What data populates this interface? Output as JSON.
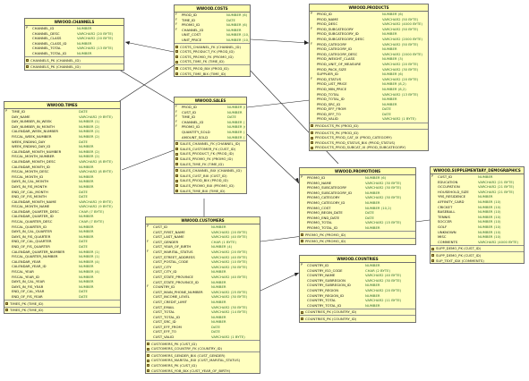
{
  "tables": [
    {
      "id": "channels",
      "title": "WWOOD.CHANNELS",
      "columns": [
        {
          "key": "P",
          "name": "CHANNEL_ID",
          "type": "NUMBER"
        },
        {
          "key": "",
          "name": "CHANNEL_DESC",
          "type": "VARCHAR2 (20 BYTE)"
        },
        {
          "key": "",
          "name": "CHANNEL_CLASS",
          "type": "VARCHAR2 (20 BYTE)"
        },
        {
          "key": "",
          "name": "CHANNEL_CLASS_ID",
          "type": "NUMBER"
        },
        {
          "key": "",
          "name": "CHANNEL_TOTAL",
          "type": "VARCHAR2 (13 BYTE)"
        },
        {
          "key": "",
          "name": "CHANNEL_TOTAL_ID",
          "type": "NUMBER"
        }
      ],
      "keys": [
        "CHANNELS_PK (CHANNEL_ID)"
      ],
      "indexes": [
        "CHANNELS_PK (CHANNEL_ID)"
      ]
    },
    {
      "id": "costs",
      "title": "WWOOD.COSTS",
      "columns": [
        {
          "key": "F",
          "name": "PROD_ID",
          "type": "NUMBER (6)"
        },
        {
          "key": "F",
          "name": "TIME_ID",
          "type": "DATE"
        },
        {
          "key": "F",
          "name": "PROMO_ID",
          "type": "NUMBER (6)"
        },
        {
          "key": "F",
          "name": "CHANNEL_ID",
          "type": "NUMBER"
        },
        {
          "key": "",
          "name": "UNIT_COST",
          "type": "NUMBER (10,2)"
        },
        {
          "key": "",
          "name": "UNIT_PRICE",
          "type": "NUMBER (10,2)"
        }
      ],
      "keys": [
        "COSTS_CHANNEL_FK (CHANNEL_ID)",
        "COSTS_PRODUCT_FK (PROD_ID)",
        "COSTS_PROMO_FK (PROMO_ID)",
        "COSTS_TIME_FK (TIME_ID)"
      ],
      "indexes": [
        "COSTS_PROD_BIX (PROD_ID)",
        "COSTS_TIME_BIX (TIME_ID)"
      ]
    },
    {
      "id": "products",
      "title": "WWOOD.PRODUCTS",
      "columns": [
        {
          "key": "P",
          "name": "PROD_ID",
          "type": "NUMBER (6)"
        },
        {
          "key": "",
          "name": "PROD_NAME",
          "type": "VARCHAR2 (50 BYTE)"
        },
        {
          "key": "",
          "name": "PROD_DESC",
          "type": "VARCHAR2 (4000 BYTE)"
        },
        {
          "key": "F",
          "name": "PROD_SUBCATEGORY",
          "type": "VARCHAR2 (50 BYTE)"
        },
        {
          "key": "",
          "name": "PROD_SUBCATEGORY_ID",
          "type": "NUMBER"
        },
        {
          "key": "",
          "name": "PROD_SUBCATEGORY_DESC",
          "type": "VARCHAR2 (2000 BYTE)"
        },
        {
          "key": "F",
          "name": "PROD_CATEGORY",
          "type": "VARCHAR2 (50 BYTE)"
        },
        {
          "key": "",
          "name": "PROD_CATEGORY_ID",
          "type": "NUMBER"
        },
        {
          "key": "",
          "name": "PROD_CATEGORY_DESC",
          "type": "VARCHAR2 (2000 BYTE)"
        },
        {
          "key": "",
          "name": "PROD_WEIGHT_CLASS",
          "type": "NUMBER (3)"
        },
        {
          "key": "",
          "name": "PROD_UNIT_OF_MEASURE",
          "type": "VARCHAR2 (20 BYTE)"
        },
        {
          "key": "",
          "name": "PROD_PACK_SIZE",
          "type": "VARCHAR2 (30 BYTE)"
        },
        {
          "key": "",
          "name": "SUPPLIER_ID",
          "type": "NUMBER (6)"
        },
        {
          "key": "F",
          "name": "PROD_STATUS",
          "type": "VARCHAR2 (20 BYTE)"
        },
        {
          "key": "",
          "name": "PROD_LIST_PRICE",
          "type": "NUMBER (8,2)"
        },
        {
          "key": "",
          "name": "PROD_MIN_PRICE",
          "type": "NUMBER (8,2)"
        },
        {
          "key": "",
          "name": "PROD_TOTAL",
          "type": "VARCHAR2 (13 BYTE)"
        },
        {
          "key": "",
          "name": "PROD_TOTAL_ID",
          "type": "NUMBER"
        },
        {
          "key": "",
          "name": "PROD_SRC_ID",
          "type": "NUMBER"
        },
        {
          "key": "",
          "name": "PROD_EFF_FROM",
          "type": "DATE"
        },
        {
          "key": "",
          "name": "PROD_EFF_TO",
          "type": "DATE"
        },
        {
          "key": "",
          "name": "PROD_VALID",
          "type": "VARCHAR2 (1 BYTE)"
        }
      ],
      "keys": [
        "PRODUCTS_PK (PROD_ID)"
      ],
      "indexes": [
        "PRODUCTS_PK (PROD_ID)",
        "PRODUCTS_PROD_CAT_IX (PROD_CATEGORY)",
        "PRODUCTS_PROD_STATUS_BIX (PROD_STATUS)",
        "PRODUCTS_PROD_SUBCAT_IX (PROD_SUBCATEGORY)"
      ]
    },
    {
      "id": "times",
      "title": "WWOOD.TIMES",
      "columns": [
        {
          "key": "P",
          "name": "TIME_ID",
          "type": "DATE"
        },
        {
          "key": "",
          "name": "DAY_NAME",
          "type": "VARCHAR2 (9 BYTE)"
        },
        {
          "key": "",
          "name": "DAY_NUMBER_IN_WEEK",
          "type": "NUMBER (1)"
        },
        {
          "key": "",
          "name": "DAY_NUMBER_IN_MONTH",
          "type": "NUMBER (2)"
        },
        {
          "key": "",
          "name": "CALENDAR_WEEK_NUMBER",
          "type": "NUMBER (2)"
        },
        {
          "key": "",
          "name": "FISCAL_WEEK_NUMBER",
          "type": "NUMBER (2)"
        },
        {
          "key": "",
          "name": "WEEK_ENDING_DAY",
          "type": "DATE"
        },
        {
          "key": "",
          "name": "WEEK_ENDING_DAY_ID",
          "type": "NUMBER"
        },
        {
          "key": "",
          "name": "CALENDAR_MONTH_NUMBER",
          "type": "NUMBER (2)"
        },
        {
          "key": "",
          "name": "FISCAL_MONTH_NUMBER",
          "type": "NUMBER (2)"
        },
        {
          "key": "",
          "name": "CALENDAR_MONTH_DESC",
          "type": "VARCHAR2 (8 BYTE)"
        },
        {
          "key": "",
          "name": "CALENDAR_MONTH_ID",
          "type": "NUMBER"
        },
        {
          "key": "",
          "name": "FISCAL_MONTH_DESC",
          "type": "VARCHAR2 (8 BYTE)"
        },
        {
          "key": "",
          "name": "FISCAL_MONTH_ID",
          "type": "NUMBER"
        },
        {
          "key": "",
          "name": "DAYS_IN_CAL_MONTH",
          "type": "NUMBER"
        },
        {
          "key": "",
          "name": "DAYS_IN_FIS_MONTH",
          "type": "NUMBER"
        },
        {
          "key": "",
          "name": "END_OF_CAL_MONTH",
          "type": "DATE"
        },
        {
          "key": "",
          "name": "END_OF_FIS_MONTH",
          "type": "DATE"
        },
        {
          "key": "",
          "name": "CALENDAR_MONTH_NAME",
          "type": "VARCHAR2 (9 BYTE)"
        },
        {
          "key": "",
          "name": "FISCAL_MONTH_NAME",
          "type": "VARCHAR2 (9 BYTE)"
        },
        {
          "key": "",
          "name": "CALENDAR_QUARTER_DESC",
          "type": "CHAR (7 BYTE)"
        },
        {
          "key": "",
          "name": "CALENDAR_QUARTER_ID",
          "type": "NUMBER"
        },
        {
          "key": "",
          "name": "FISCAL_QUARTER_DESC",
          "type": "CHAR (7 BYTE)"
        },
        {
          "key": "",
          "name": "FISCAL_QUARTER_ID",
          "type": "NUMBER"
        },
        {
          "key": "",
          "name": "DAYS_IN_CAL_QUARTER",
          "type": "NUMBER"
        },
        {
          "key": "",
          "name": "DAYS_IN_FIS_QUARTER",
          "type": "NUMBER"
        },
        {
          "key": "",
          "name": "END_OF_CAL_QUARTER",
          "type": "DATE"
        },
        {
          "key": "",
          "name": "END_OF_FIS_QUARTER",
          "type": "DATE"
        },
        {
          "key": "",
          "name": "CALENDAR_QUARTER_NUMBER",
          "type": "NUMBER (1)"
        },
        {
          "key": "",
          "name": "FISCAL_QUARTER_NUMBER",
          "type": "NUMBER (1)"
        },
        {
          "key": "",
          "name": "CALENDAR_YEAR",
          "type": "NUMBER (4)"
        },
        {
          "key": "",
          "name": "CALENDAR_YEAR_ID",
          "type": "NUMBER"
        },
        {
          "key": "",
          "name": "FISCAL_YEAR",
          "type": "NUMBER (4)"
        },
        {
          "key": "",
          "name": "FISCAL_YEAR_ID",
          "type": "NUMBER"
        },
        {
          "key": "",
          "name": "DAYS_IN_CAL_YEAR",
          "type": "NUMBER"
        },
        {
          "key": "",
          "name": "DAYS_IN_FIS_YEAR",
          "type": "NUMBER"
        },
        {
          "key": "",
          "name": "END_OF_CAL_YEAR",
          "type": "DATE"
        },
        {
          "key": "",
          "name": "END_OF_FIS_YEAR",
          "type": "DATE"
        }
      ],
      "keys": [
        "TIMES_PK (TIME_ID)"
      ],
      "indexes": [
        "TIMES_PK (TIME_ID)"
      ]
    },
    {
      "id": "sales",
      "title": "WWOOD.SALES",
      "columns": [
        {
          "key": "F",
          "name": "PROD_ID",
          "type": "NUMBER (6)"
        },
        {
          "key": "F",
          "name": "CUST_ID",
          "type": "NUMBER"
        },
        {
          "key": "F",
          "name": "TIME_ID",
          "type": "DATE"
        },
        {
          "key": "F",
          "name": "CHANNEL_ID",
          "type": "NUMBER (1)"
        },
        {
          "key": "F",
          "name": "PROMO_ID",
          "type": "NUMBER (6)"
        },
        {
          "key": "",
          "name": "QUANTITY_SOLD",
          "type": "NUMBER (3)"
        },
        {
          "key": "",
          "name": "AMOUNT_SOLD",
          "type": "NUMBER (10,2)"
        }
      ],
      "keys": [
        "SALES_CHANNEL_FK (CHANNEL_ID)",
        "SALES_CUSTOMER_FK (CUST_ID)",
        "SALES_PRODUCT_FK (PROD_ID)",
        "SALES_PROMO_FK (PROMO_ID)",
        "SALES_TIME_FK (TIME_ID)"
      ],
      "indexes": [
        "SALES_CHANNEL_BIX (CHANNEL_ID)",
        "SALES_CUST_BIX (CUST_ID)",
        "SALES_PROD_BIX (PROD_ID)",
        "SALES_PROMO_BIX (PROMO_ID)",
        "SALES_TIME_BIX (TIME_ID)"
      ]
    },
    {
      "id": "promotions",
      "title": "WWOOD.PROMOTIONS",
      "columns": [
        {
          "key": "P",
          "name": "PROMO_ID",
          "type": "NUMBER (6)"
        },
        {
          "key": "",
          "name": "PROMO_NAME",
          "type": "VARCHAR2 (30 BYTE)"
        },
        {
          "key": "",
          "name": "PROMO_SUBCATEGORY",
          "type": "VARCHAR2 (30 BYTE)"
        },
        {
          "key": "",
          "name": "PROMO_SUBCATEGORY_ID",
          "type": "NUMBER"
        },
        {
          "key": "",
          "name": "PROMO_CATEGORY",
          "type": "VARCHAR2 (30 BYTE)"
        },
        {
          "key": "",
          "name": "PROMO_CATEGORY_ID",
          "type": "NUMBER"
        },
        {
          "key": "",
          "name": "PROMO_COST",
          "type": "NUMBER (10,2)"
        },
        {
          "key": "",
          "name": "PROMO_BEGIN_DATE",
          "type": "DATE"
        },
        {
          "key": "",
          "name": "PROMO_END_DATE",
          "type": "DATE"
        },
        {
          "key": "",
          "name": "PROMO_TOTAL",
          "type": "VARCHAR2 (15 BYTE)"
        },
        {
          "key": "",
          "name": "PROMO_TOTAL_ID",
          "type": "NUMBER"
        }
      ],
      "keys": [
        "PROMO_PK (PROMO_ID)"
      ],
      "indexes": [
        "PROMO_PK (PROMO_ID)"
      ]
    },
    {
      "id": "supp",
      "title": "WWOOD.SUPPLEMENTARY_DEMOGRAPHICS",
      "columns": [
        {
          "key": "P",
          "name": "CUST_ID",
          "type": "NUMBER"
        },
        {
          "key": "",
          "name": "EDUCATION",
          "type": "VARCHAR2 (21 BYTE)"
        },
        {
          "key": "",
          "name": "OCCUPATION",
          "type": "VARCHAR2 (21 BYTE)"
        },
        {
          "key": "",
          "name": "HOUSEHOLD_SIZE",
          "type": "VARCHAR2 (21 BYTE)"
        },
        {
          "key": "",
          "name": "YRS_RESIDENCE",
          "type": "NUMBER"
        },
        {
          "key": "",
          "name": "AFFINITY_CARD",
          "type": "NUMBER (10)"
        },
        {
          "key": "",
          "name": "CRICKET",
          "type": "NUMBER (10)"
        },
        {
          "key": "",
          "name": "BASEBALL",
          "type": "NUMBER (10)"
        },
        {
          "key": "",
          "name": "TENNIS",
          "type": "NUMBER (10)"
        },
        {
          "key": "",
          "name": "SOCCER",
          "type": "NUMBER (10)"
        },
        {
          "key": "",
          "name": "GOLF",
          "type": "NUMBER (10)"
        },
        {
          "key": "",
          "name": "UNKNOWN",
          "type": "NUMBER (10)"
        },
        {
          "key": "",
          "name": "MISC",
          "type": "NUMBER (10)"
        },
        {
          "key": "",
          "name": "COMMENTS",
          "type": "VARCHAR2 (4000 BYTE)"
        }
      ],
      "keys": [
        "SUPP_DEMO_PK (CUST_ID)"
      ],
      "indexes": [
        "SUPP_DEMO_PK (CUST_ID)",
        "SUP_TEXT_IDX (COMMENTS)"
      ]
    },
    {
      "id": "customers",
      "title": "WWOOD.CUSTOMERS",
      "columns": [
        {
          "key": "P",
          "name": "CUST_ID",
          "type": "NUMBER"
        },
        {
          "key": "",
          "name": "CUST_FIRST_NAME",
          "type": "VARCHAR2 (20 BYTE)"
        },
        {
          "key": "",
          "name": "CUST_LAST_NAME",
          "type": "VARCHAR2 (40 BYTE)"
        },
        {
          "key": "F",
          "name": "CUST_GENDER",
          "type": "CHAR (1 BYTE)"
        },
        {
          "key": "",
          "name": "CUST_YEAR_OF_BIRTH",
          "type": "NUMBER (4)"
        },
        {
          "key": "F",
          "name": "CUST_MARITAL_STATUS",
          "type": "VARCHAR2 (20 BYTE)"
        },
        {
          "key": "",
          "name": "CUST_STREET_ADDRESS",
          "type": "VARCHAR2 (40 BYTE)"
        },
        {
          "key": "",
          "name": "CUST_POSTAL_CODE",
          "type": "VARCHAR2 (10 BYTE)"
        },
        {
          "key": "",
          "name": "CUST_CITY",
          "type": "VARCHAR2 (30 BYTE)"
        },
        {
          "key": "",
          "name": "CUST_CITY_ID",
          "type": "NUMBER"
        },
        {
          "key": "",
          "name": "CUST_STATE_PROVINCE",
          "type": "VARCHAR2 (40 BYTE)"
        },
        {
          "key": "",
          "name": "CUST_STATE_PROVINCE_ID",
          "type": "NUMBER"
        },
        {
          "key": "F",
          "name": "COUNTRY_ID",
          "type": "NUMBER"
        },
        {
          "key": "",
          "name": "CUST_MAIN_PHONE_NUMBER",
          "type": "VARCHAR2 (25 BYTE)"
        },
        {
          "key": "",
          "name": "CUST_INCOME_LEVEL",
          "type": "VARCHAR2 (30 BYTE)"
        },
        {
          "key": "",
          "name": "CUST_CREDIT_LIMIT",
          "type": "NUMBER"
        },
        {
          "key": "",
          "name": "CUST_EMAIL",
          "type": "VARCHAR2 (30 BYTE)"
        },
        {
          "key": "",
          "name": "CUST_TOTAL",
          "type": "VARCHAR2 (14 BYTE)"
        },
        {
          "key": "",
          "name": "CUST_TOTAL_ID",
          "type": "NUMBER"
        },
        {
          "key": "",
          "name": "CUST_SRC_ID",
          "type": "NUMBER"
        },
        {
          "key": "",
          "name": "CUST_EFF_FROM",
          "type": "DATE"
        },
        {
          "key": "",
          "name": "CUST_EFF_TO",
          "type": "DATE"
        },
        {
          "key": "",
          "name": "CUST_VALID",
          "type": "VARCHAR2 (1 BYTE)"
        }
      ],
      "keys": [
        "CUSTOMERS_PK (CUST_ID)",
        "CUSTOMERS_COUNTRY_FK (COUNTRY_ID)"
      ],
      "indexes": [
        "CUSTOMERS_GENDER_BIX (CUST_GENDER)",
        "CUSTOMERS_MARITAL_BIX (CUST_MARITAL_STATUS)",
        "CUSTOMERS_PK (CUST_ID)",
        "CUSTOMERS_YOB_BIX (CUST_YEAR_OF_BIRTH)"
      ]
    },
    {
      "id": "countries",
      "title": "WWOOD.COUNTRIES",
      "columns": [
        {
          "key": "P",
          "name": "COUNTRY_ID",
          "type": "NUMBER"
        },
        {
          "key": "",
          "name": "COUNTRY_ISO_CODE",
          "type": "CHAR (2 BYTE)"
        },
        {
          "key": "",
          "name": "COUNTRY_NAME",
          "type": "VARCHAR2 (40 BYTE)"
        },
        {
          "key": "",
          "name": "COUNTRY_SUBREGION",
          "type": "VARCHAR2 (30 BYTE)"
        },
        {
          "key": "",
          "name": "COUNTRY_SUBREGION_ID",
          "type": "NUMBER"
        },
        {
          "key": "",
          "name": "COUNTRY_REGION",
          "type": "VARCHAR2 (20 BYTE)"
        },
        {
          "key": "",
          "name": "COUNTRY_REGION_ID",
          "type": "NUMBER"
        },
        {
          "key": "",
          "name": "COUNTRY_TOTAL",
          "type": "VARCHAR2 (11 BYTE)"
        },
        {
          "key": "",
          "name": "COUNTRY_TOTAL_ID",
          "type": "NUMBER"
        }
      ],
      "keys": [
        "COUNTRIES_PK (COUNTRY_ID)"
      ],
      "indexes": [
        "COUNTRIES_PK (COUNTRY_ID)"
      ]
    }
  ]
}
